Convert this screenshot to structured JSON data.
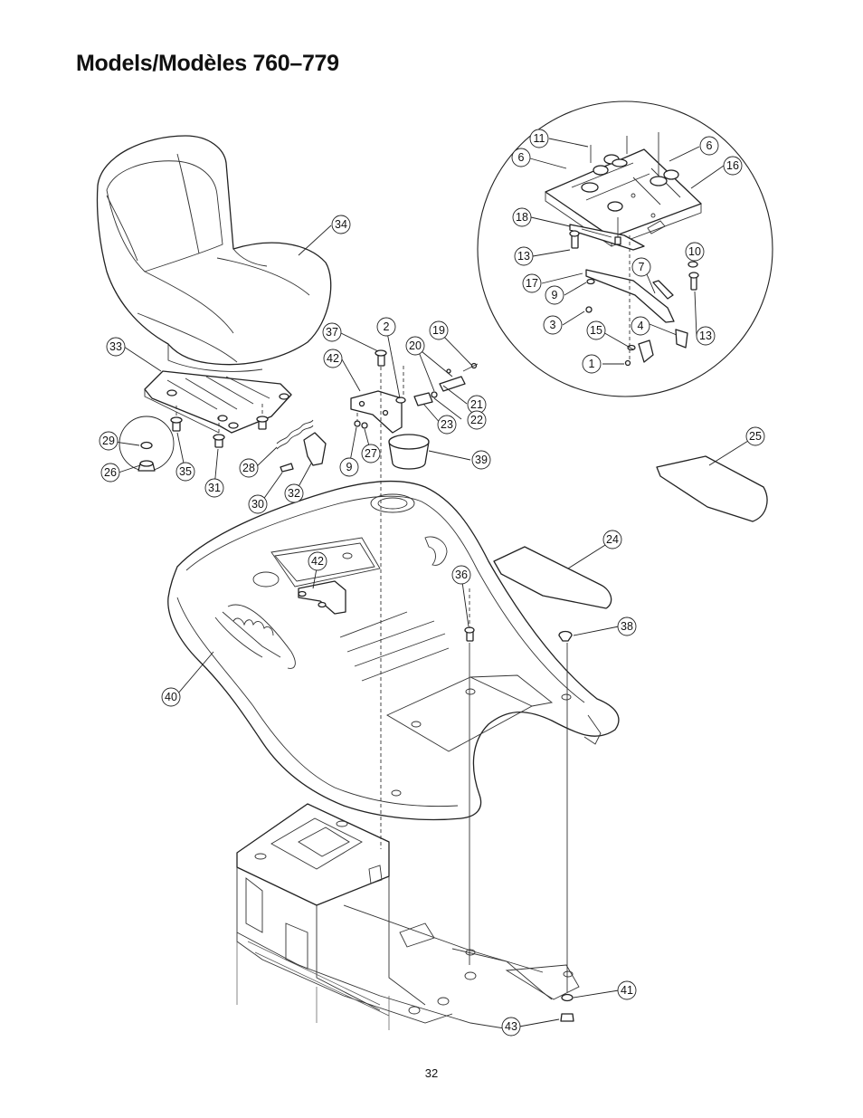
{
  "title": "Models/Modèles 760–779",
  "page_number": "32",
  "callouts": {
    "c1": "1",
    "c2": "2",
    "c3": "3",
    "c4": "4",
    "c6a": "6",
    "c6b": "6",
    "c7": "7",
    "c9a": "9",
    "c9b": "9",
    "c10": "10",
    "c11": "11",
    "c13a": "13",
    "c13b": "13",
    "c15": "15",
    "c16": "16",
    "c17": "17",
    "c18": "18",
    "c19": "19",
    "c20": "20",
    "c21": "21",
    "c22": "22",
    "c23": "23",
    "c24": "24",
    "c25": "25",
    "c26": "26",
    "c27": "27",
    "c28": "28",
    "c29": "29",
    "c30": "30",
    "c31": "31",
    "c32": "32",
    "c33": "33",
    "c34": "34",
    "c35": "35",
    "c36": "36",
    "c37": "37",
    "c38": "38",
    "c39": "39",
    "c40": "40",
    "c41": "41",
    "c42a": "42",
    "c42b": "42",
    "c43": "43"
  }
}
